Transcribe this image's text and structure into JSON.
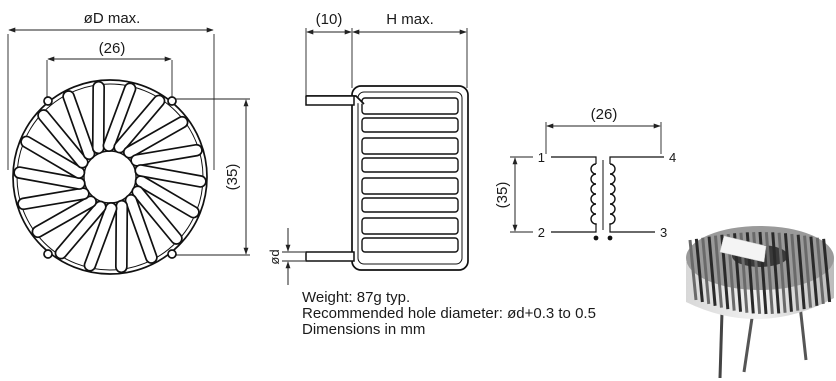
{
  "front_view": {
    "od_label": "øD max.",
    "pitch_label": "(26)",
    "height_label": "(35)"
  },
  "side_view": {
    "lead_label": "(10)",
    "height_label": "H max.",
    "wire_label": "ød"
  },
  "schematic": {
    "width_label": "(26)",
    "height_label": "(35)",
    "pins": [
      "1",
      "2",
      "3",
      "4"
    ]
  },
  "notes": {
    "weight": "Weight: 87g typ.",
    "hole": "Recommended hole diameter: ød+0.3 to 0.5",
    "units": "Dimensions in mm"
  }
}
